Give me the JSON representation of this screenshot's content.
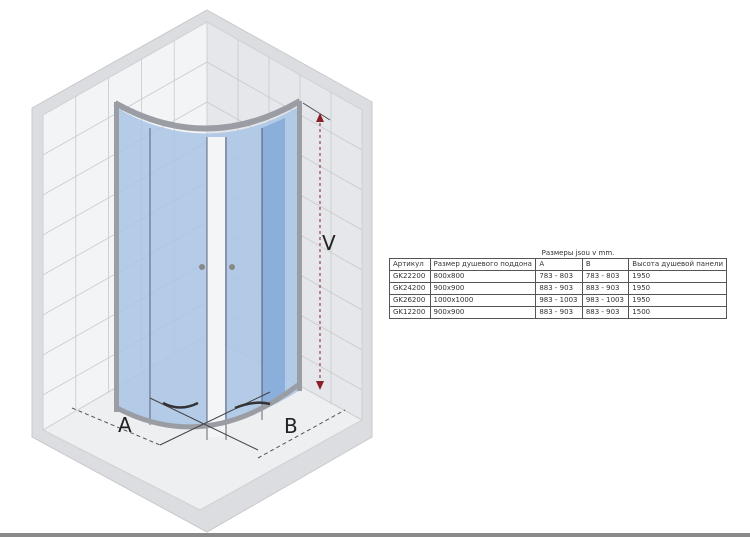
{
  "diagram": {
    "labels": {
      "width_a": "A",
      "width_b": "B",
      "height_v": "V"
    },
    "colors": {
      "glass": "#a9c4e6",
      "glass_dark": "#7fa7d8",
      "frame": "#9a9ea4",
      "tile": "#eeeff1",
      "dimension": "#8b1f2a"
    }
  },
  "table": {
    "caption": "Размеры jsou v mm.",
    "headers": [
      "Артикул",
      "Размер душевого поддона",
      "A",
      "B",
      "Высота душевой панели"
    ],
    "rows": [
      [
        "GK22200",
        "800x800",
        "783 - 803",
        "783 - 803",
        "1950"
      ],
      [
        "GK24200",
        "900x900",
        "883 - 903",
        "883 - 903",
        "1950"
      ],
      [
        "GK26200",
        "1000x1000",
        "983 - 1003",
        "983 - 1003",
        "1950"
      ],
      [
        "GK12200",
        "900x900",
        "883 - 903",
        "883 - 903",
        "1500"
      ]
    ]
  }
}
